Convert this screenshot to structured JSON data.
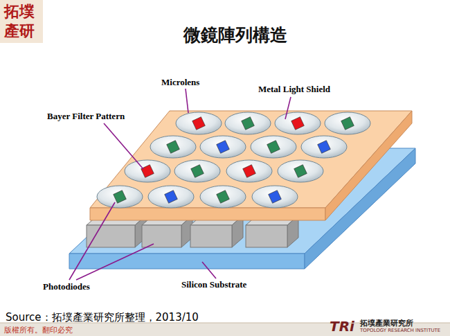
{
  "diagram": {
    "title": "微鏡陣列構造",
    "caption": "Source：拓墣產業研究所整理，2013/10",
    "labels": [
      "拓墣",
      "產研",
      "Microlens",
      "Metal Light Shield",
      "Bayer Filter Pattern",
      "Photodiodes",
      "Silicon Substrate",
      "版權所有。翻印必究",
      "TRi",
      "拓墣產業研究所",
      "TOPOLOGY RESEARCH INSTITUTE"
    ]
  }
}
